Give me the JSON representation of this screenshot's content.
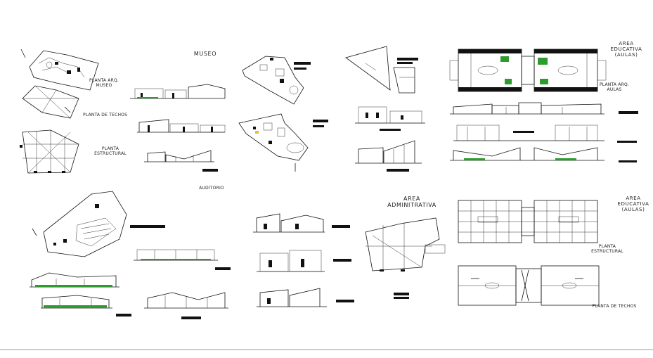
{
  "labels": {
    "museo": "MUSEO",
    "planta_arq_museo_1": "PLANTA ARQ.",
    "planta_arq_museo_2": "MUSEO",
    "planta_techos_1": "PLANTA DE TECHOS",
    "planta_estructural_1a": "PLANTA",
    "planta_estructural_1b": "ESTRUCTURAL",
    "auditorio": "AUDITORIO",
    "area_educativa_top_1": "AREA",
    "area_educativa_top_2": "EDUCATIVA",
    "area_educativa_top_3": "(AULAS)",
    "planta_arq_aulas_1": "PLANTA ARQ.",
    "planta_arq_aulas_2": "AULAS",
    "area_admin_1": "AREA",
    "area_admin_2": "ADMINITRATIVA",
    "area_educativa_bot_1": "AREA",
    "area_educativa_bot_2": "EDUCATIVA",
    "area_educativa_bot_3": "(AULAS)",
    "planta_estructural_2a": "PLANTA",
    "planta_estructural_2b": "ESTRUCTURAL",
    "planta_techos_2": "PLANTA DE TECHOS"
  },
  "colors": {
    "line": "#111111",
    "accent_green": "#2e9b2e",
    "background": "#ffffff"
  }
}
